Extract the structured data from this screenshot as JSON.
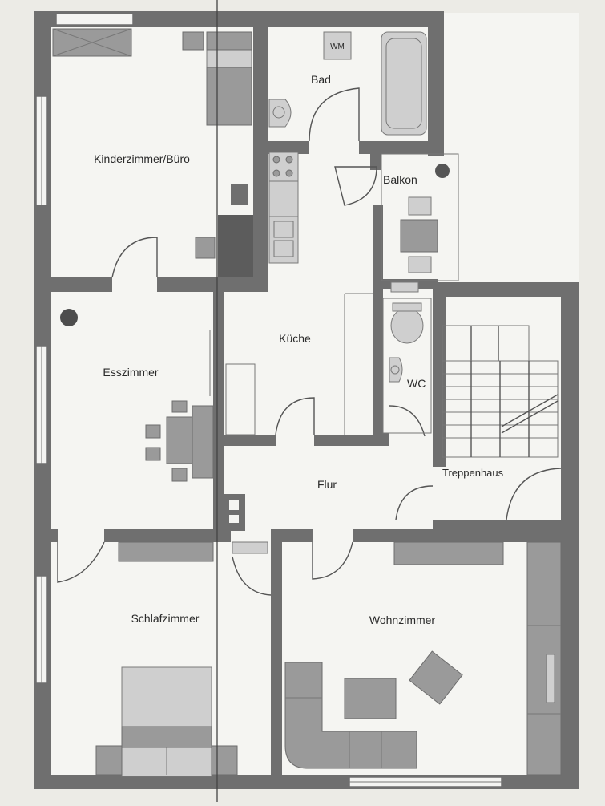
{
  "rooms": {
    "kinderzimmer": "Kinderzimmer/Büro",
    "bad": "Bad",
    "wm": "WM",
    "balkon": "Balkon",
    "kueche": "Küche",
    "esszimmer": "Esszimmer",
    "wc": "WC",
    "treppenhaus": "Treppenhaus",
    "flur": "Flur",
    "schlafzimmer": "Schlafzimmer",
    "wohnzimmer": "Wohnzimmer"
  },
  "colors": {
    "paper": "#ecebe6",
    "wall": "#6f6f6f",
    "furniture": "#9a9a9a"
  }
}
